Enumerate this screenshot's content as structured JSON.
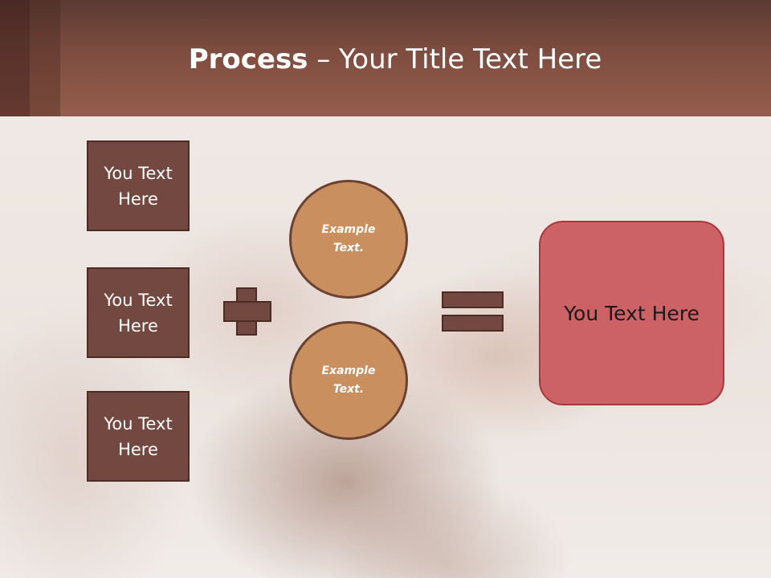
{
  "title": {
    "bold": "Process",
    "rest": " – Your Title Text Here"
  },
  "left_boxes": [
    {
      "line1": "You Text",
      "line2": "Here"
    },
    {
      "line1": "You Text",
      "line2": "Here"
    },
    {
      "line1": "You Text",
      "line2": "Here"
    }
  ],
  "circles": [
    {
      "line1": "Example",
      "line2": "Text."
    },
    {
      "line1": "Example",
      "line2": "Text."
    }
  ],
  "result": {
    "text": "You Text Here"
  },
  "colors": {
    "box_fill": "#734840",
    "circle_fill": "#c98f5f",
    "result_fill": "#cd6266",
    "header": "#7e4d40"
  },
  "icons": {
    "plus": "plus-icon",
    "equals": "equals-icon"
  }
}
